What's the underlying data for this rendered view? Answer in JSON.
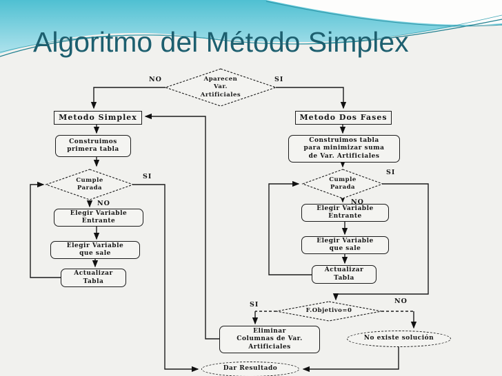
{
  "slide": {
    "title": "Algoritmo del Método Simplex"
  },
  "colors": {
    "title_teal": "#1d5f6f",
    "banner_cyan": "#4fc0d2",
    "banner_light": "#b9e6ef",
    "line": "#1a1a1a",
    "background": "#f1f1ee"
  },
  "flowchart": {
    "decision_artificiales": {
      "lines": [
        "Aparecen",
        "Var.",
        "Artificiales"
      ]
    },
    "metodo_simplex": "Metodo Simplex",
    "metodo_dos_fases": "Metodo Dos Fases",
    "construimos_primera": {
      "lines": [
        "Construimos",
        "primera tabla"
      ]
    },
    "construimos_minimizar": {
      "lines": [
        "Construimos tabla",
        "para minimizar suma",
        "de Var. Artificiales"
      ]
    },
    "cumple_parada": {
      "lines": [
        "Cumple",
        "Parada"
      ]
    },
    "elegir_entrante": {
      "lines": [
        "Elegir Variable",
        "Entrante"
      ]
    },
    "elegir_sale": {
      "lines": [
        "Elegir Variable",
        "que sale"
      ]
    },
    "actualizar_tabla": {
      "lines": [
        "Actualizar",
        "Tabla"
      ]
    },
    "f_objetivo": "F.Objetivo=0",
    "eliminar_columnas": {
      "lines": [
        "Eliminar",
        "Columnas de Var.",
        "Artificiales"
      ]
    },
    "no_existe": "No existe solución",
    "dar_resultado": "Dar Resultado",
    "labels": {
      "si": "SI",
      "no": "NO"
    }
  }
}
